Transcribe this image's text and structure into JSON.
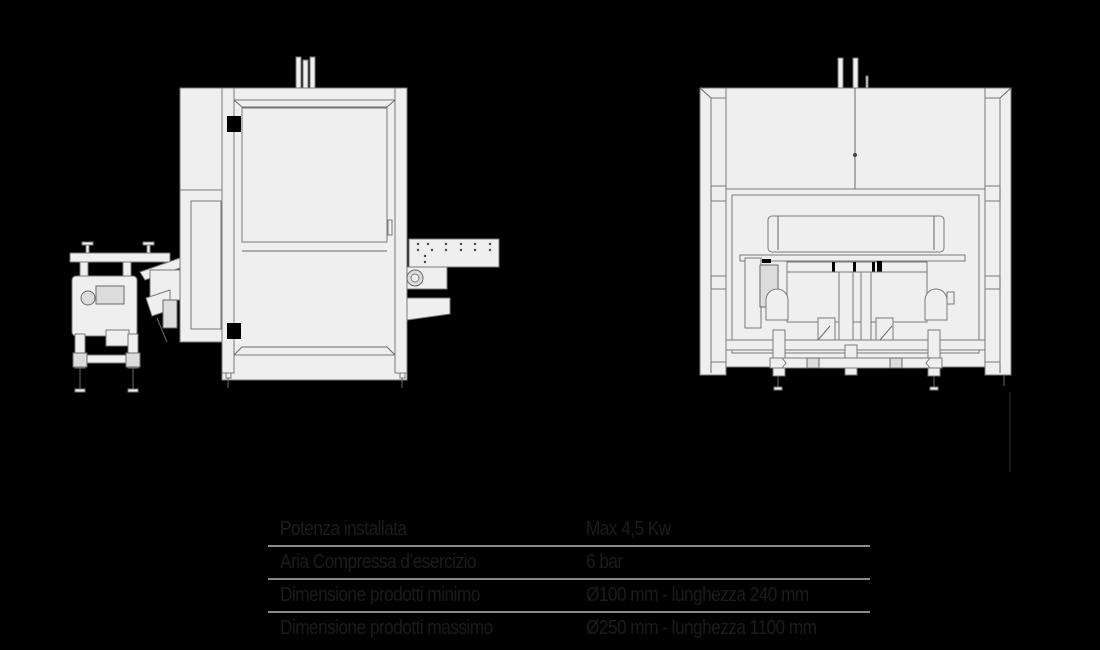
{
  "drawings": {
    "left_view": {
      "label": "side-view-machine-drawing"
    },
    "right_view": {
      "label": "front-view-machine-drawing"
    }
  },
  "specs": {
    "rows": [
      {
        "label": "Potenza installata",
        "value": "Max 4,5 Kw"
      },
      {
        "label": "Aria Compressa d’esercizio",
        "value": "6 bar"
      },
      {
        "label": "Dimensione prodotti minimo",
        "value": "Ø100 mm - lunghezza 240 mm"
      },
      {
        "label": "Dimensione prodotti massimo",
        "value": "Ø250 mm - lunghezza 1100 mm"
      }
    ]
  },
  "colors": {
    "background": "#000000",
    "drawing_fill": "#efefef",
    "drawing_stroke": "#7a7a7a",
    "spec_text": "#1c1c1c",
    "row_divider": "#8a8a8a"
  }
}
